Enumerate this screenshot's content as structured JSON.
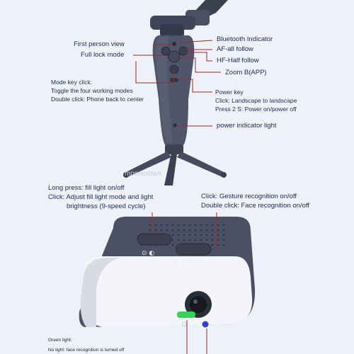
{
  "gimbal": {
    "first_person_view": "First person view",
    "full_lock_mode": "Full lock mode",
    "mode_key_1": "Mode key click:",
    "mode_key_2": "Toggle the four working modes",
    "mode_key_3": "Double click: Phone back to center",
    "bluetooth": "Bluetooth Indicator",
    "af": "AF-all follow",
    "hf": "HF-Half follow",
    "zoom": "Zoom B(APP)",
    "power_key_1": "Power key",
    "power_key_2": "Click: Landscape to landscape",
    "power_key_3": "Press 2 S: Power on/power off",
    "power_indicator": "power indicator light"
  },
  "watermark": "mooncrown",
  "light": {
    "long_press": "Long press: fill light on/off",
    "click_1": "Click: Adjust fill light mode and light",
    "click_2": "brightness (9-speed cycle)",
    "gesture_1": "Click: Gesture recognition on/off",
    "gesture_2": "Double click: Face recognition on/off",
    "green_light": "Green light:",
    "no_light": "No light: face recognition is turned off"
  },
  "colors": {
    "background": "#eef1f7",
    "label_text": "#1c2a5a",
    "callout_line": "#9b2b2b",
    "device_body": "#4b5163",
    "green_indicator": "#38d15a",
    "blue_indicator": "#3440c8"
  }
}
